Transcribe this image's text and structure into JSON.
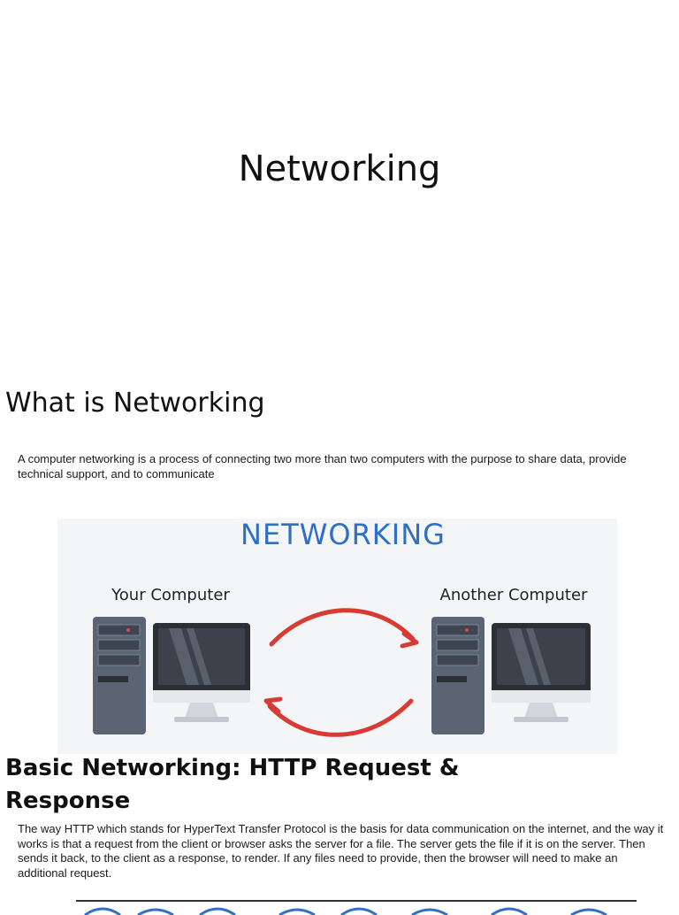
{
  "slide1": {
    "title": "Networking"
  },
  "section1": {
    "heading": "What is Networking",
    "paragraph": "A computer networking is a process of connecting two more than two computers with the purpose to share data, provide technical support, and to communicate"
  },
  "figure1": {
    "title": "NETWORKING",
    "left_label": "Your Computer",
    "right_label": "Another Computer",
    "colors": {
      "title": "#2f6fc4",
      "arrow": "#d83a34",
      "tower": "#5b6472",
      "monitor": "#2b2f36"
    }
  },
  "section2": {
    "heading_line1": "Basic Networking: HTTP Request &",
    "heading_line2": "Response",
    "paragraph": "The way HTTP which stands for HyperText Transfer Protocol is the basis for data communication on the internet, and the way it works is that a request from the client or browser asks the server for a file. The server gets the file if it is on the server. Then sends it back, to the client as a response, to render. If any files need to provide, then the browser will need to make an additional request."
  }
}
